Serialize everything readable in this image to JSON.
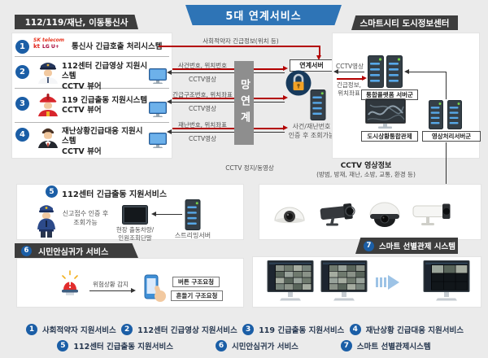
{
  "banner": {
    "title": "5대 연계서비스"
  },
  "headers": {
    "left": "112/119/재난, 이동통신사",
    "right": "스마트시티 도시정보센터"
  },
  "left_panel": {
    "items": [
      {
        "num": "1",
        "line1": "통신사 긴급호출 처리시스템",
        "line2": ""
      },
      {
        "num": "2",
        "line1": "112센터 긴급영상 지원시스템",
        "line2": "CCTV 뷰어"
      },
      {
        "num": "3",
        "line1": "119 긴급출동 지원시스템",
        "line2": "CCTV 뷰어"
      },
      {
        "num": "4",
        "line1": "재난상황긴급대응 지원시스템",
        "line2": "CCTV 뷰어"
      }
    ],
    "logos": {
      "sk": "SK telecom",
      "kt": "kt",
      "lg": "LG U+"
    }
  },
  "flows": {
    "social": "사회적약자 긴급정보(위치 등)",
    "mid": [
      {
        "up": "사건번호, 위치번호",
        "down": "CCTV영상"
      },
      {
        "up": "긴급구조번호, 위치좌표",
        "down": "CCTV영상"
      },
      {
        "up": "재난번호, 위치좌표",
        "down": "CCTV영상"
      }
    ],
    "cctv_still": "CCTV 정지/동영상"
  },
  "bridge": {
    "label": "망연계"
  },
  "center": {
    "link_server": "연계서버",
    "auth_line1": "사건/재난번호",
    "auth_line2": "인증 후 조회가능"
  },
  "info_center": {
    "platform_label": "통합플랫폼 서버군",
    "flow_video": "CCTV영상",
    "flow_emergency_line1": "긴급정보,",
    "flow_emergency_line2": "위치좌표",
    "city_control_label": "도시상황통합관제",
    "video_server_label": "영상처리서버군"
  },
  "cctv": {
    "title": "CCTV 영상정보",
    "subtitle": "(방범, 방재, 재난, 소방, 교통, 환경 등)"
  },
  "service5": {
    "num": "5",
    "title": "112센터 긴급출동 지원서비스",
    "note_line1": "신고접수 인증 후",
    "note_line2": "조회가능",
    "terminal_line1": "현장 출동차량/",
    "terminal_line2": "인원조회단말",
    "server": "스트리밍서버"
  },
  "service6": {
    "num": "6",
    "title": "시민안심귀가 서비스",
    "detect": "위험상황 감지",
    "request1": "버튼 구조요청",
    "request2": "흔들기 구조요청"
  },
  "service7": {
    "num": "7",
    "title": "스마트 선별관제 시스템"
  },
  "legend": {
    "row1": [
      {
        "num": "1",
        "label": "사회적약자 지원서비스"
      },
      {
        "num": "2",
        "label": "112센터 긴급영상 지원서비스"
      },
      {
        "num": "3",
        "label": "119 긴급출동 지원서비스"
      },
      {
        "num": "4",
        "label": "재난상황 긴급대응 지원서비스"
      }
    ],
    "row2": [
      {
        "num": "5",
        "label": "112센터 긴급출동 지원서비스"
      },
      {
        "num": "6",
        "label": "시민안심귀가 서비스"
      },
      {
        "num": "7",
        "label": "스마트 선별관제시스템"
      }
    ]
  },
  "colors": {
    "accent_blue": "#2e74b6",
    "badge_blue": "#1b5ea6",
    "header_dark": "#3d3d3d",
    "alert_red": "#b30000",
    "bridge_gray": "#8e8e8e"
  }
}
